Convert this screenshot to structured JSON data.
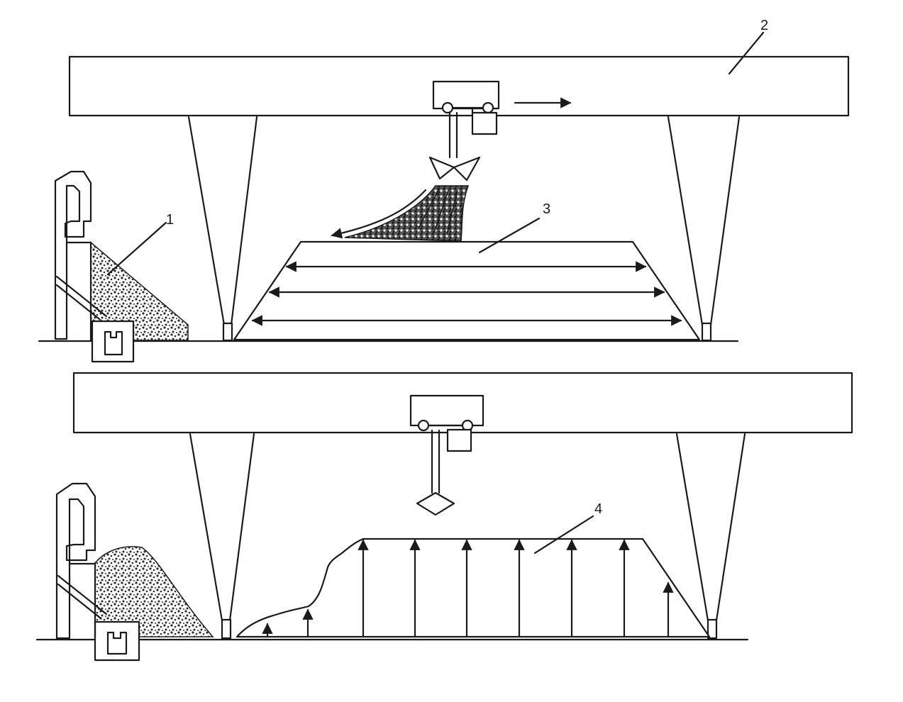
{
  "callouts": {
    "stockyard_feed": "1",
    "gantry_bridge": "2",
    "stacking_pile": "3",
    "reclaim_pile": "4"
  },
  "colors": {
    "ink": "#1a1a1a",
    "paper": "#ffffff",
    "material": "#2b2b2b"
  }
}
